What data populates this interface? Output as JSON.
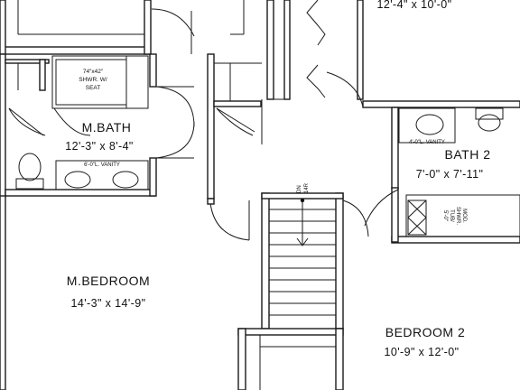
{
  "rooms": {
    "top_room": {
      "dims": "12'-4\" x 10'-0\""
    },
    "master_bath": {
      "name": "M.BATH",
      "dims": "12'-3\" x 8'-4\"",
      "vanity": "6'-0\"L. VANITY",
      "shower": [
        "74\"x42\"",
        "SHWR. W/",
        "SEAT"
      ]
    },
    "bath_2": {
      "name": "BATH 2",
      "dims": "7'-0\" x 7'-11\"",
      "vanity": "4'-0\"L. VANITY",
      "tub": [
        "5'-0\"",
        "TUB/",
        "SHWR.",
        "MOD."
      ]
    },
    "master_bedroom": {
      "name": "M.BEDROOM",
      "dims": "14'-3\" x 14'-9\""
    },
    "bedroom_2": {
      "name": "BEDROOM 2",
      "dims": "10'-9\" x 12'-0\""
    }
  },
  "stair": {
    "labels": [
      "DN",
      "14R"
    ]
  }
}
